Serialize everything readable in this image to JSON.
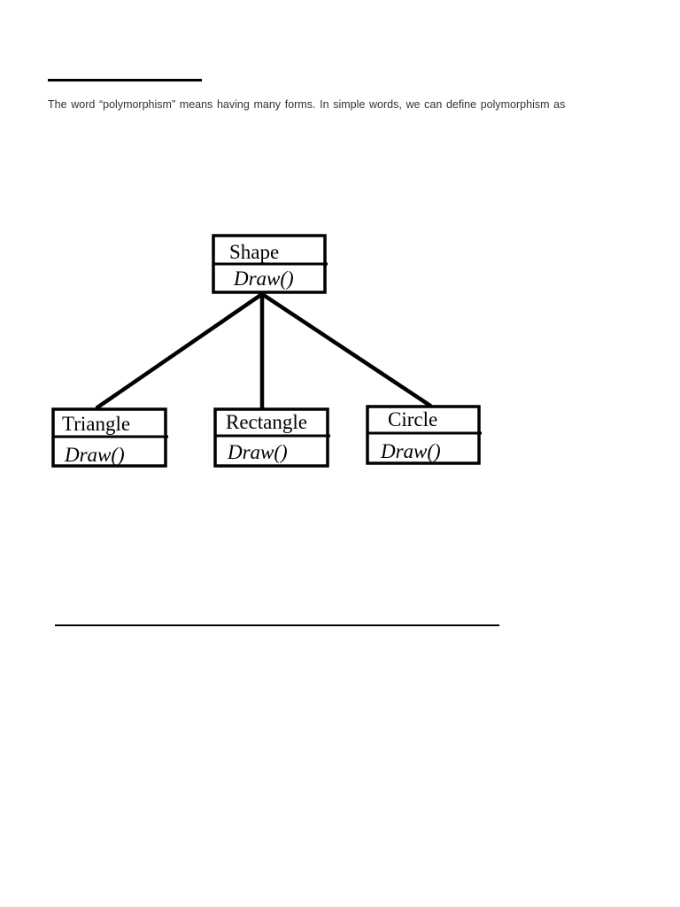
{
  "document": {
    "intro_text": "The word “polymorphism” means having many forms. In simple words, we can define polymorphism as"
  },
  "diagram": {
    "parent": {
      "name": "Shape",
      "method": "Draw()"
    },
    "children": [
      {
        "name": "Triangle",
        "method": "Draw()"
      },
      {
        "name": "Rectangle",
        "method": "Draw()"
      },
      {
        "name": "Circle",
        "method": "Draw()"
      }
    ],
    "line_color": "#000000"
  }
}
